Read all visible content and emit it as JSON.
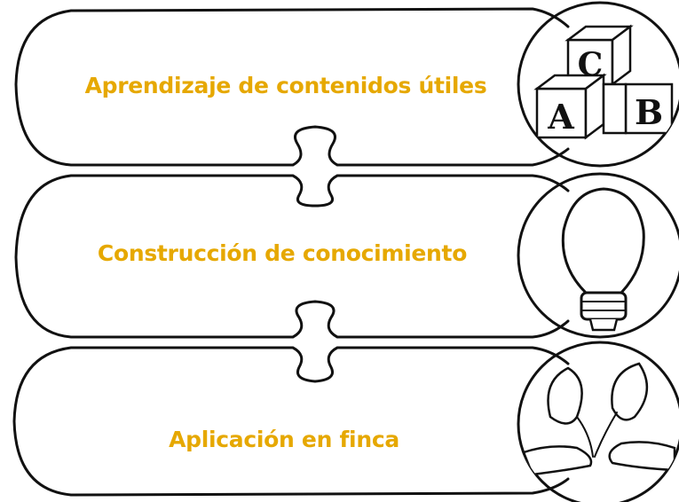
{
  "steps": [
    {
      "label": "Aprendizaje de contenidos útiles",
      "icon": "abc-blocks-icon"
    },
    {
      "label": "Construcción de conocimiento",
      "icon": "light-bulb-icon"
    },
    {
      "label": "Aplicación en finca",
      "icon": "hands-planting-seedling-icon"
    }
  ],
  "colors": {
    "label": "#e6a800",
    "ink": "#111111"
  },
  "blocks": {
    "letters": [
      "C",
      "A",
      "B"
    ]
  }
}
